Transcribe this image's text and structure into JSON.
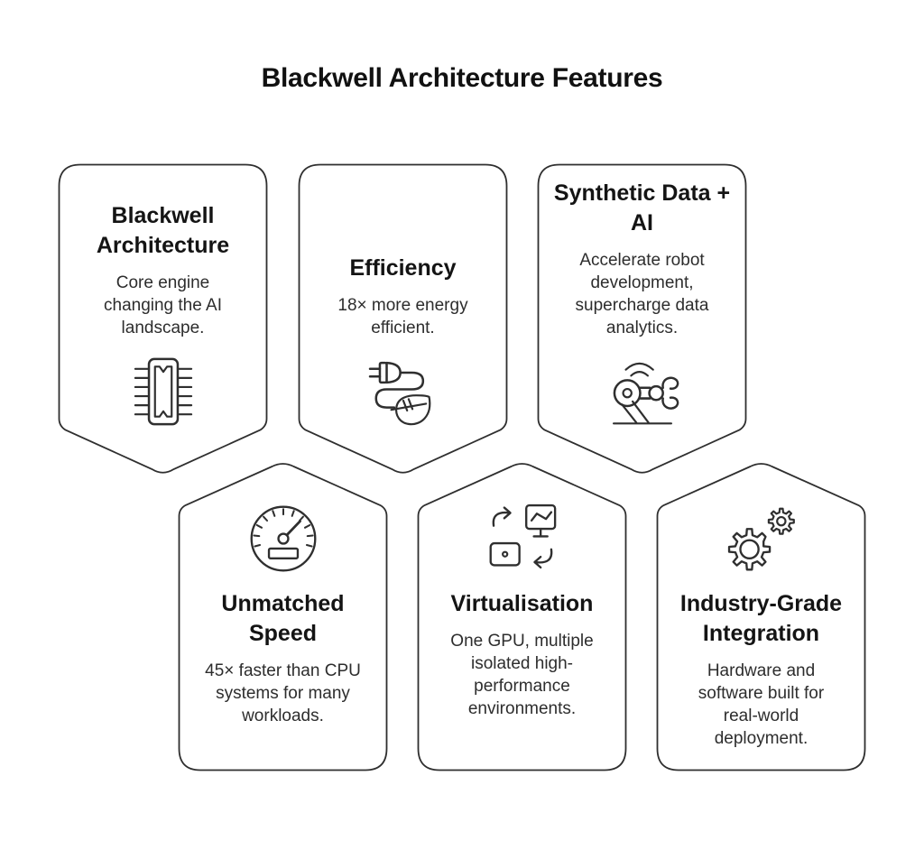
{
  "page": {
    "title": "Blackwell Architecture Features"
  },
  "colors": {
    "background": "#ffffff",
    "card_stroke": "#2f2f2f",
    "heading_text": "#141414",
    "body_text": "#2d2d2d"
  },
  "cards": [
    {
      "id": "blackwell-architecture",
      "row": "top",
      "title": "Blackwell Architecture",
      "body": "Core engine changing the AI landscape.",
      "icon": "chip-icon"
    },
    {
      "id": "efficiency",
      "row": "top",
      "title": "Efficiency",
      "body": "18× more energy efficient.",
      "icon": "eco-plug-icon"
    },
    {
      "id": "synthetic-data-ai",
      "row": "top",
      "title": "Synthetic Data + AI",
      "body": "Accelerate robot development, supercharge data analytics.",
      "icon": "robot-arm-icon"
    },
    {
      "id": "unmatched-speed",
      "row": "bottom",
      "title": "Unmatched Speed",
      "body": "45× faster than CPU systems for many workloads.",
      "icon": "speedometer-icon"
    },
    {
      "id": "virtualisation",
      "row": "bottom",
      "title": "Virtualisation",
      "body": "One GPU, multiple isolated high-performance environments.",
      "icon": "virtual-machines-icon"
    },
    {
      "id": "industry-grade-integration",
      "row": "bottom",
      "title": "Industry-Grade Integration",
      "body": "Hardware and software built for real-world deployment.",
      "icon": "gears-icon"
    }
  ]
}
